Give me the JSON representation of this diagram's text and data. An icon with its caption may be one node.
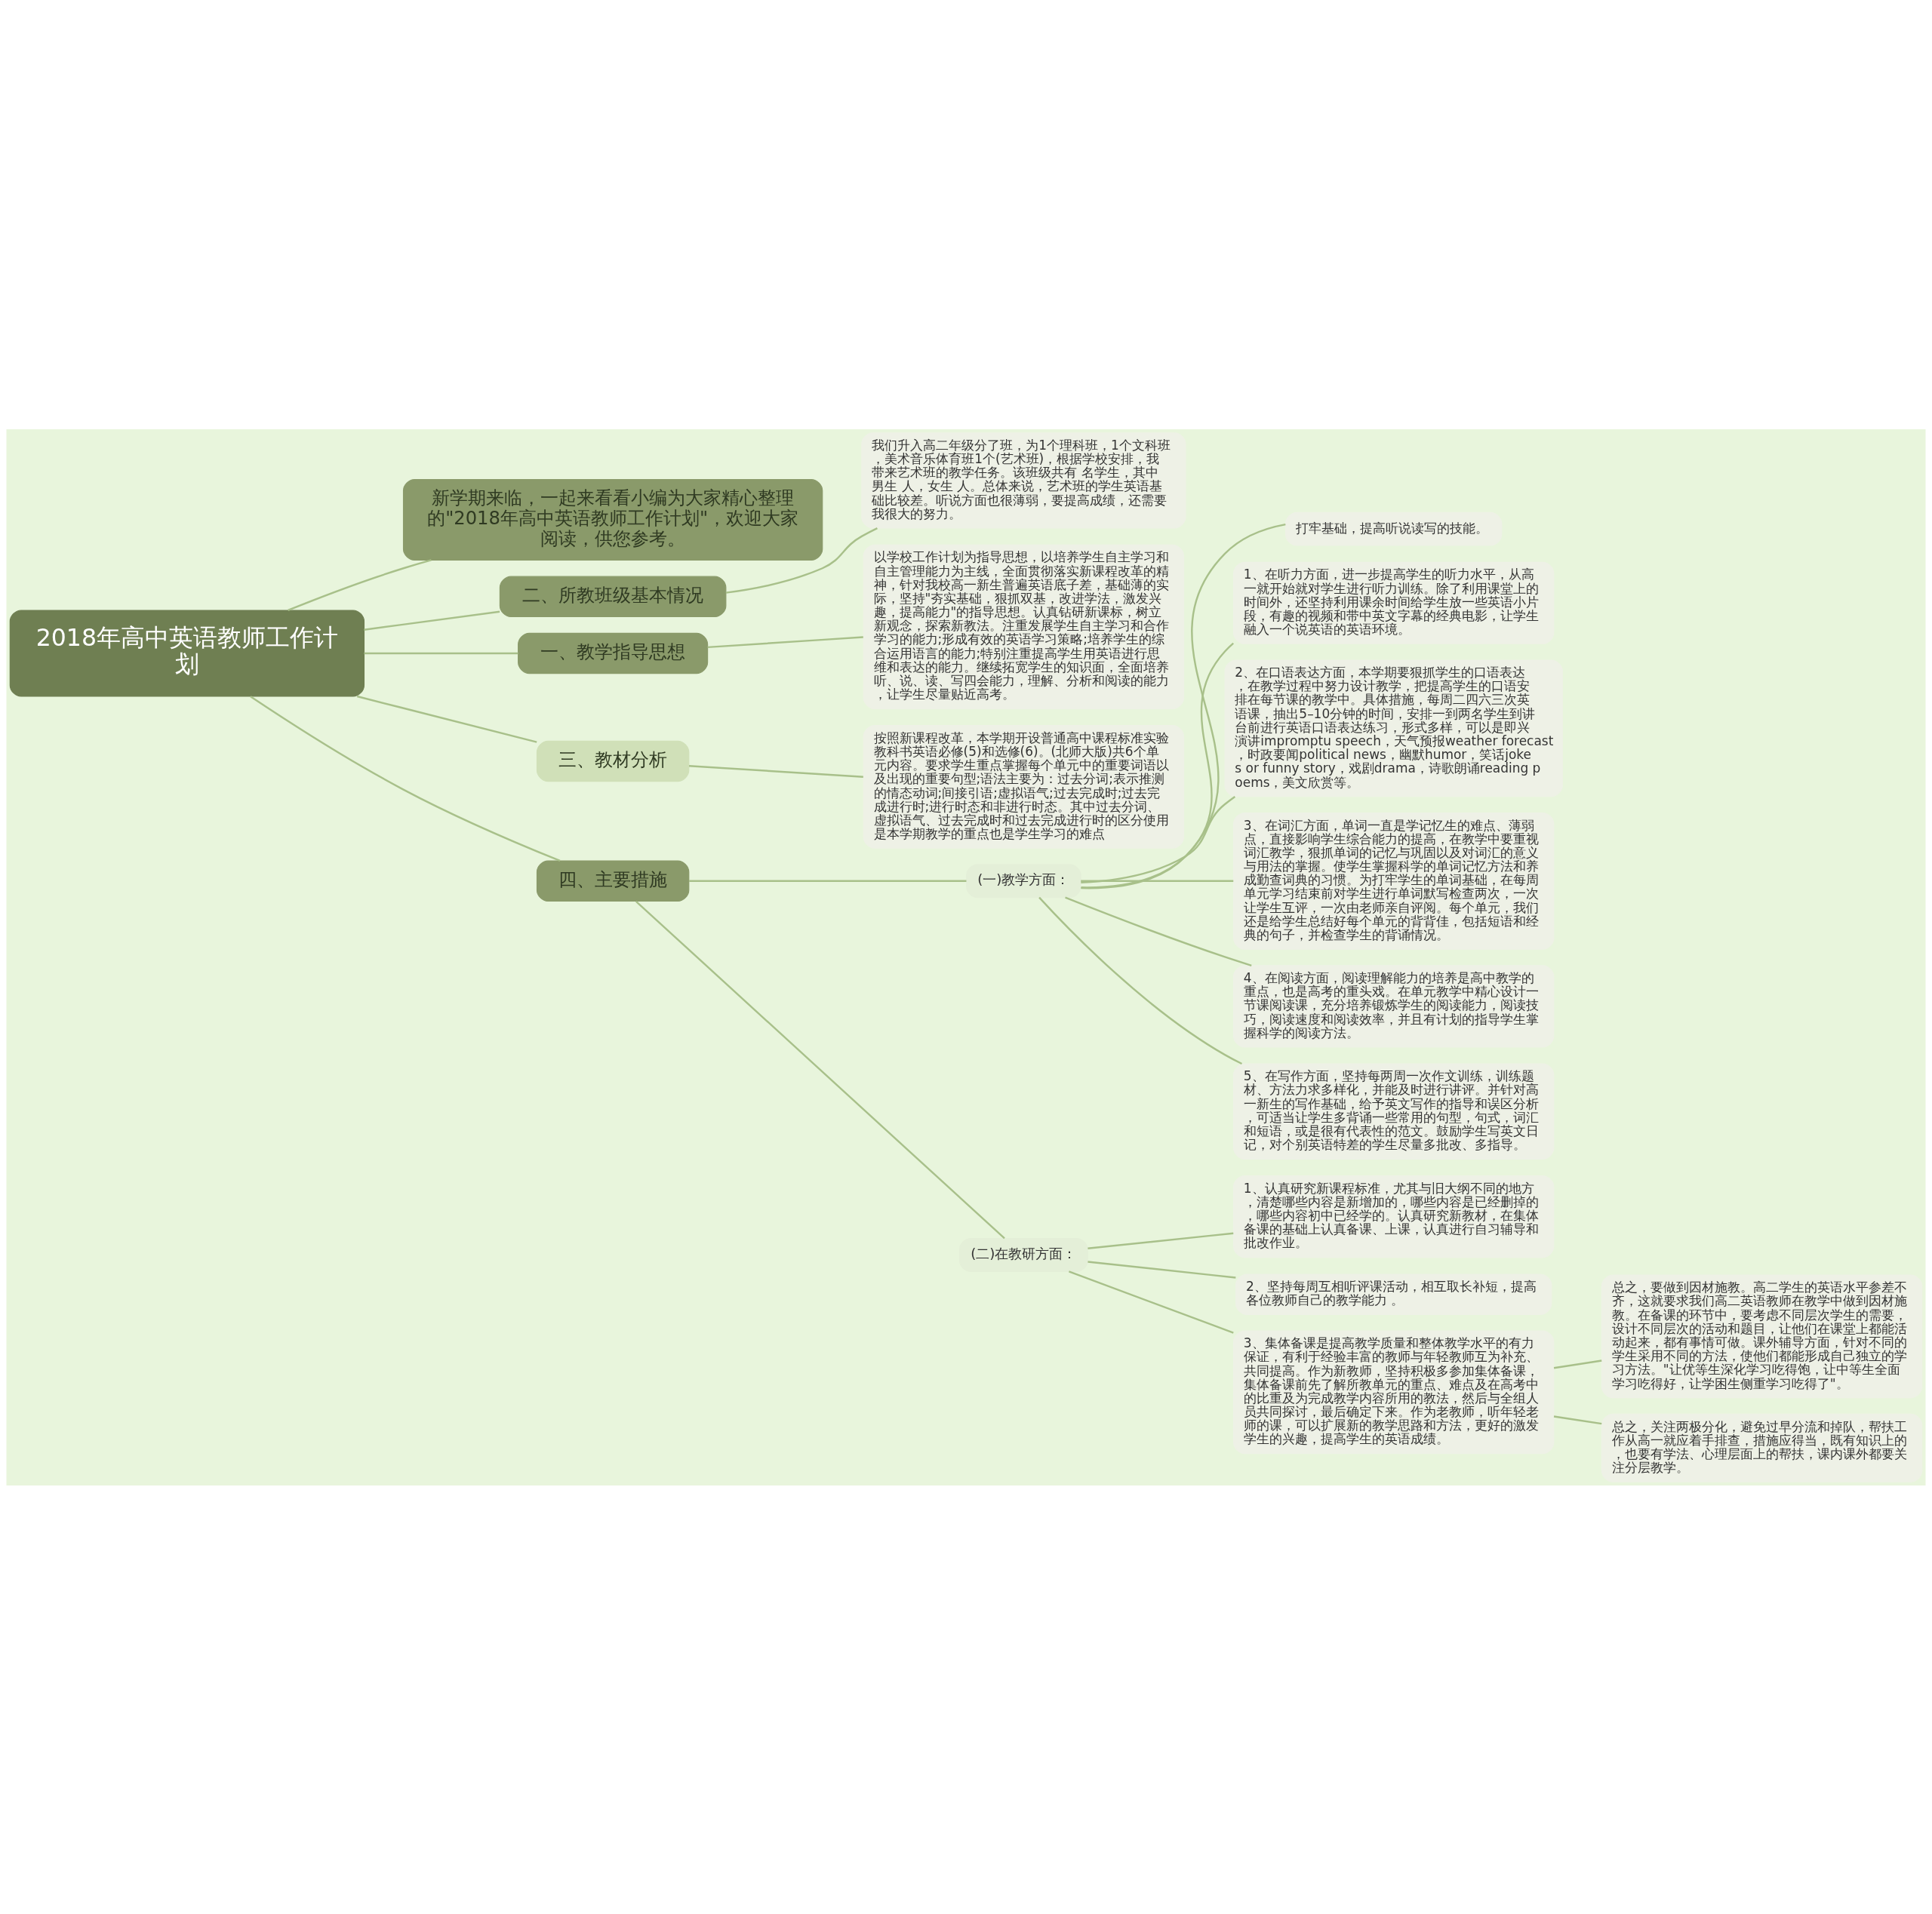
{
  "diagram": {
    "nodes": [
      {
        "text": [
          "2018年高中英语教师工作计划"
        ]
      },
      {
        "text": [
          "新学期来临，一起来看看小编为大家精心整理的\"2018年高中英语教师工作计划\"，欢迎大家阅读，供您参考。"
        ]
      },
      {
        "text": [
          "二、所教班级基本情况"
        ]
      },
      {
        "text": [
          "我们升入高二年级分了班，为1个理科班，1个文科班，美术音乐体育班1个(艺术班)，根据学校安排，我带来艺术班的教学任务。该班级共有 名学生，其中男生 人，女生 人。总体来说，艺术班的学生英语基础比较差。听说方面也很薄弱，要提高成绩，还需要我很大的努力。"
        ]
      },
      {
        "text": [
          "一、教学指导思想"
        ]
      },
      {
        "text": [
          "以学校工作计划为指导思想，以培养学生自主学习和自主管理能力为主线，全面贯彻落实新课程改革的精神，针对我校高一新生普遍英语底子差，基础薄的实际，坚持\"夯实基础，狠抓双基，改进学法，激发兴趣，提高能力\"的指导思想。认真钻研新课标，树立新观念，探索新教法。注重发展学生自主学习和合作学习的能力;形成有效的英语学习策略;培养学生的综合运用语言的能力;特别注重提高学生用英语进行思维和表达的能力。继续拓宽学生的知识面，全面培养听、说、读、写四会能力，理解、分析和阅读的能力，让学生尽量贴近高考。"
        ]
      },
      {
        "text": [
          "三、教材分析"
        ]
      },
      {
        "text": [
          "按照新课程改革，本学期开设普通高中课程标准实验教科书英语必修(5)和选修(6)。(北师大版)共6个单元内容。要求学生重点掌握每个单元中的重要词语以及出现的重要句型;语法主要为：过去分词;表示推测的情态动词;间接引语;虚拟语气;过去完成时;过去完成进行时;进行时态和非进行时态。其中过去分词、虚拟语气、过去完成时和过去完成进行时的区分使用是本学期教学的重点也是学生学习的难点"
        ]
      },
      {
        "text": [
          "四、主要措施"
        ]
      },
      {
        "text": [
          "(一)教学方面："
        ]
      },
      {
        "text": [
          "打牢基础，提高听说读写的技能。"
        ]
      },
      {
        "text": [
          "1、在听力方面，进一步提高学生的听力水平，从高一就开始就对学生进行听力训练。除了利用课堂上的时间外，还坚持利用课余时间给学生放一些英语小片段，有趣的视频和带中英文字幕的经典电影，让学生融入一个说英语的英语环境。"
        ]
      },
      {
        "text": [
          "2、在口语表达方面，本学期要狠抓学生的口语表达，在教学过程中努力设计教学，把提高学生的口语安排在每节课的教学中。具体措施，每周二四六三次英语课，抽出5–10分钟的时间，安排一到两名学生到讲台前进行英语口语表达练习，形式多样，可以是即兴演讲impromptu speech，天气预报weather forecast ，时政要闻political news，幽默humor，笑话jokes or funny story，戏剧drama，诗歌朗诵reading poems，美文欣赏等。"
        ]
      },
      {
        "text": [
          "3、在词汇方面，单词一直是学记忆生的难点、薄弱点，直接影响学生综合能力的提高，在教学中要重视词汇教学，狠抓单词的记忆与巩固以及对词汇的意义与用法的掌握。使学生掌握科学的单词记忆方法和养成勤查词典的习惯。为打牢学生的单词基础，在每周单元学习结束前对学生进行单词默写检查两次，一次让学生互评，一次由老师亲自评阅。每个单元，我们还是给学生总结好每个单元的背背佳，包括短语和经典的句子，并检查学生的背诵情况。"
        ]
      },
      {
        "text": [
          "4、在阅读方面，阅读理解能力的培养是高中教学的重点，也是高考的重头戏。在单元教学中精心设计一节课阅读课，充分培养锻炼学生的阅读能力，阅读技巧，阅读速度和阅读效率，并且有计划的指导学生掌握科学的阅读方法。"
        ]
      },
      {
        "text": [
          "5、在写作方面，坚持每两周一次作文训练，训练题材、方法力求多样化，并能及时进行讲评。并针对高一新生的写作基础，给予英文写作的指导和误区分析，可适当让学生多背诵一些常用的句型，句式，词汇和短语，或是很有代表性的范文。鼓励学生写英文日记，对个别英语特差的学生尽量多批改、多指导。"
        ]
      },
      {
        "text": [
          "(二)在教研方面："
        ]
      },
      {
        "text": [
          "1、认真研究新课程标准，尤其与旧大纲不同的地方，清楚哪些内容是新增加的，哪些内容是已经删掉的，哪些内容初中已经学的。认真研究新教材，在集体备课的基础上认真备课、上课，认真进行自习辅导和批改作业。"
        ]
      },
      {
        "text": [
          "2、坚持每周互相听评课活动，相互取长补短，提高各位教师自己的教学能力 。"
        ]
      },
      {
        "text": [
          "3、集体备课是提高教学质量和整体教学水平的有力保证，有利于经验丰富的教师与年轻教师互为补充、共同提高。作为新教师，坚持积极多参加集体备课，集体备课前先了解所教单元的重点、难点及在高考中的比重及为完成教学内容所用的教法，然后与全组人员共同探讨，最后确定下来。作为老教师，听年轻老师的课，可以扩展新的教学思路和方法，更好的激发学生的兴趣，提高学生的英语成绩。"
        ]
      },
      {
        "text": [
          "总之，要做到因材施教。高二学生的英语水平参差不齐，这就要求我们高二英语教师在教学中做到因材施教。在备课的环节中，要考虑不同层次学生的需要，设计不同层次的活动和题目，让他们在课堂上都能活动起来，都有事情可做。课外辅导方面，针对不同的学生采用不同的方法，使他们都能形成自己独立的学习方法。\"让优等生深化学习吃得饱，让中等生全面学习吃得好，让学困生侧重学习吃得了\"。"
        ]
      },
      {
        "text": [
          "总之，关注两极分化，避免过早分流和掉队，帮扶工作从高一就应着手排查，措施应得当，既有知识上的，也要有学法、心理层面上的帮扶，课内课外都要关注分层教学。"
        ]
      }
    ],
    "edges": [
      {
        "from": 0,
        "to": 1,
        "arrow": "none"
      },
      {
        "from": 0,
        "to": 2,
        "arrow": "none"
      },
      {
        "from": 2,
        "to": 3,
        "arrow": "none"
      },
      {
        "from": 0,
        "to": 4,
        "arrow": "none"
      },
      {
        "from": 4,
        "to": 5,
        "arrow": "none"
      },
      {
        "from": 0,
        "to": 6,
        "arrow": "none"
      },
      {
        "from": 6,
        "to": 7,
        "arrow": "none"
      },
      {
        "from": 0,
        "to": 8,
        "arrow": "none"
      },
      {
        "from": 8,
        "to": 9,
        "arrow": "none"
      },
      {
        "from": 9,
        "to": 10,
        "arrow": "none"
      },
      {
        "from": 9,
        "to": 11,
        "arrow": "none"
      },
      {
        "from": 9,
        "to": 12,
        "arrow": "none"
      },
      {
        "from": 9,
        "to": 13,
        "arrow": "none"
      },
      {
        "from": 9,
        "to": 14,
        "arrow": "none"
      },
      {
        "from": 9,
        "to": 15,
        "arrow": "none"
      },
      {
        "from": 8,
        "to": 16,
        "arrow": "none"
      },
      {
        "from": 16,
        "to": 17,
        "arrow": "none"
      },
      {
        "from": 16,
        "to": 18,
        "arrow": "none"
      },
      {
        "from": 16,
        "to": 19,
        "arrow": "none"
      },
      {
        "from": 19,
        "to": 20,
        "arrow": "none"
      },
      {
        "from": 19,
        "to": 21,
        "arrow": "none"
      }
    ]
  }
}
